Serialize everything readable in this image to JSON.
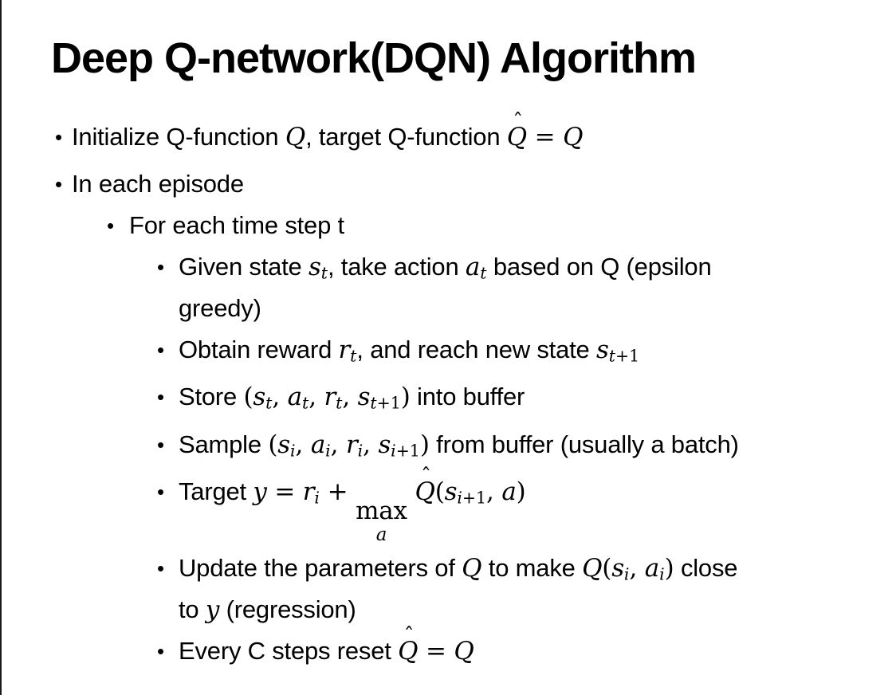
{
  "slide": {
    "title": "Deep Q-network(DQN) Algorithm",
    "bullet_glyph": "•"
  },
  "bullets": [
    {
      "level": 1,
      "segments": [
        {
          "text": "Initialize Q-function "
        },
        {
          "math": "Q"
        },
        {
          "text": ", target Q-function "
        },
        {
          "math": "Q",
          "hat": true
        },
        {
          "math": " = ",
          "up": true
        },
        {
          "math": "Q"
        }
      ]
    },
    {
      "level": 1,
      "segments": [
        {
          "text": "In each episode"
        }
      ]
    },
    {
      "level": 2,
      "segments": [
        {
          "text": "For each time step t"
        }
      ]
    },
    {
      "level": 3,
      "segments": [
        {
          "text": "Given state "
        },
        {
          "math": "s",
          "sub": "t"
        },
        {
          "text": ", take action "
        },
        {
          "math": "a",
          "sub": "t"
        },
        {
          "text": " based on Q (epsilon"
        },
        {
          "br": true
        },
        {
          "text": "greedy)"
        }
      ]
    },
    {
      "level": 3,
      "segments": [
        {
          "text": "Obtain reward "
        },
        {
          "math": "r",
          "sub": "t"
        },
        {
          "text": ", and reach new state "
        },
        {
          "math": "s",
          "sub": "t+1"
        }
      ]
    },
    {
      "level": 3,
      "segments": [
        {
          "text": "Store "
        },
        {
          "math": "(",
          "up": true
        },
        {
          "math": "s",
          "sub": "t"
        },
        {
          "math": ", ",
          "up": true
        },
        {
          "math": "a",
          "sub": "t"
        },
        {
          "math": ", ",
          "up": true
        },
        {
          "math": "r",
          "sub": "t"
        },
        {
          "math": ", ",
          "up": true
        },
        {
          "math": "s",
          "sub": "t+1"
        },
        {
          "math": ")",
          "up": true
        },
        {
          "text": " into buffer"
        }
      ]
    },
    {
      "level": 3,
      "segments": [
        {
          "text": "Sample "
        },
        {
          "math": "(",
          "up": true
        },
        {
          "math": "s",
          "sub": "i"
        },
        {
          "math": ", ",
          "up": true
        },
        {
          "math": "a",
          "sub": "i"
        },
        {
          "math": ", ",
          "up": true
        },
        {
          "math": "r",
          "sub": "i"
        },
        {
          "math": ", ",
          "up": true
        },
        {
          "math": "s",
          "sub": "i+1"
        },
        {
          "math": ")",
          "up": true
        },
        {
          "text": " from buffer (usually a batch)"
        }
      ]
    },
    {
      "level": 3,
      "segments": [
        {
          "text": "Target "
        },
        {
          "math": "y"
        },
        {
          "math": " = ",
          "up": true
        },
        {
          "math": "r",
          "sub": "i"
        },
        {
          "math": " + ",
          "up": true
        },
        {
          "stack": {
            "top": "max",
            "under": "a"
          }
        },
        {
          "math": " ",
          "up": true
        },
        {
          "math": "Q",
          "hat": true
        },
        {
          "math": "(",
          "up": true
        },
        {
          "math": "s",
          "sub": "i+1"
        },
        {
          "math": ", ",
          "up": true
        },
        {
          "math": "a"
        },
        {
          "math": ")",
          "up": true
        }
      ]
    },
    {
      "level": 3,
      "segments": [
        {
          "text": "Update the parameters of "
        },
        {
          "math": "Q"
        },
        {
          "text": " to make "
        },
        {
          "math": "Q"
        },
        {
          "math": "(",
          "up": true
        },
        {
          "math": "s",
          "sub": "i"
        },
        {
          "math": ", ",
          "up": true
        },
        {
          "math": "a",
          "sub": "i"
        },
        {
          "math": ")",
          "up": true
        },
        {
          "text": " close"
        },
        {
          "br": true
        },
        {
          "text": "to "
        },
        {
          "math": "y"
        },
        {
          "text": " (regression)"
        }
      ]
    },
    {
      "level": 3,
      "segments": [
        {
          "text": "Every C steps reset "
        },
        {
          "math": "Q",
          "hat": true
        },
        {
          "math": " = ",
          "up": true
        },
        {
          "math": "Q"
        }
      ]
    }
  ]
}
